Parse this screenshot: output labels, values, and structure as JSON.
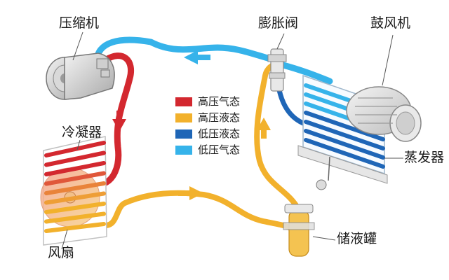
{
  "labels": {
    "compressor": "压缩机",
    "expansion_valve": "膨胀阀",
    "blower": "鼓风机",
    "condenser": "冷凝器",
    "evaporator": "蒸发器",
    "fan": "风扇",
    "receiver_drier": "储液罐"
  },
  "legend": [
    {
      "label": "高压气态",
      "color": "#d3282f"
    },
    {
      "label": "高压液态",
      "color": "#f2b12c"
    },
    {
      "label": "低压液态",
      "color": "#1f66b7"
    },
    {
      "label": "低压气态",
      "color": "#36b3ea"
    }
  ],
  "flow_colors": {
    "high_pressure_gas": "#d3282f",
    "high_pressure_liquid": "#f2b12c",
    "low_pressure_liquid": "#1f66b7",
    "low_pressure_gas": "#36b3ea"
  }
}
